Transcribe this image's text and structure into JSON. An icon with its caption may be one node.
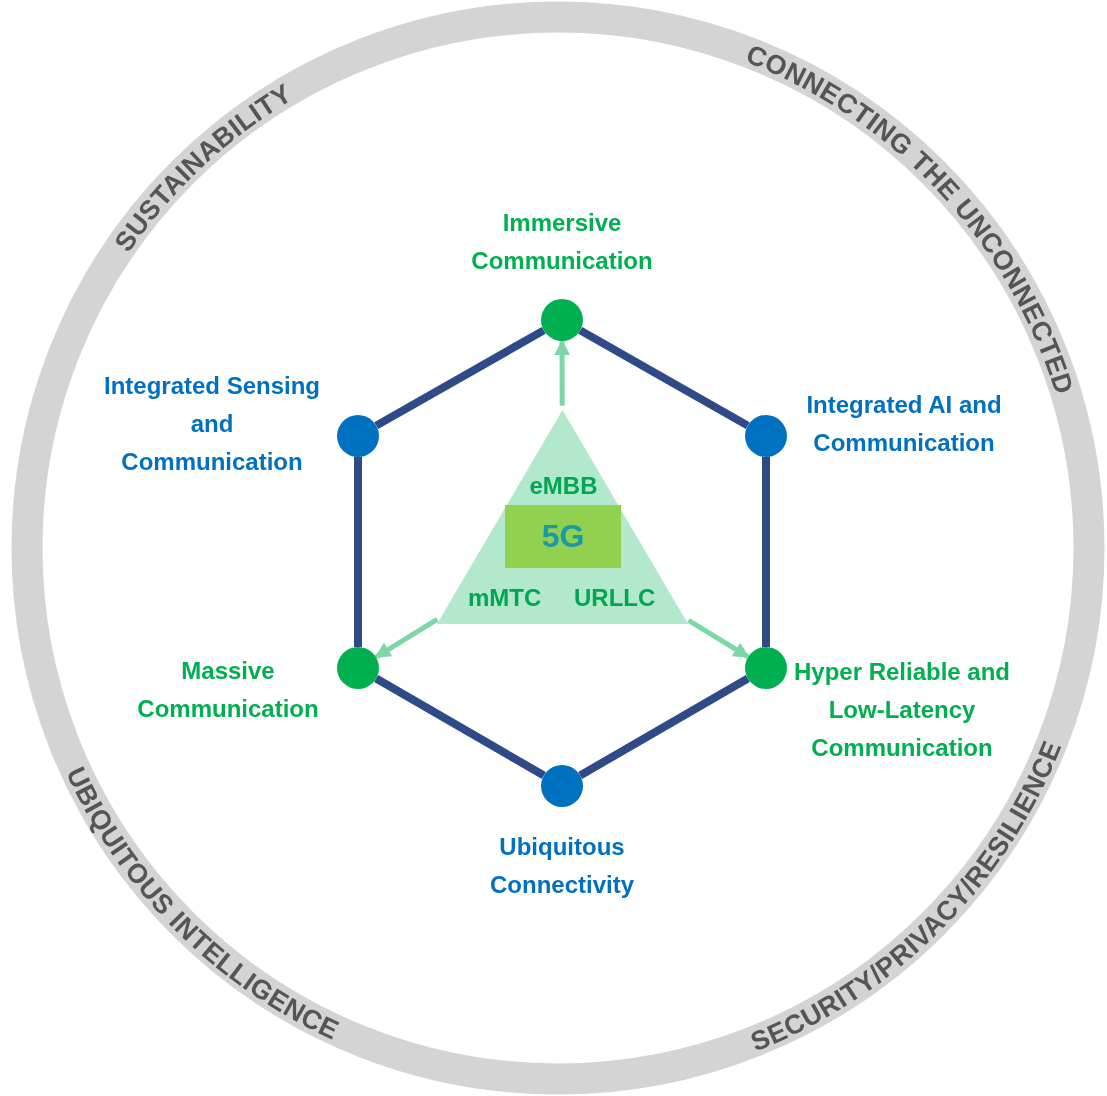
{
  "diagram": {
    "nodes": [
      {
        "text": [],
        "shape": "circle",
        "beside": [
          "Immersive Communication"
        ]
      },
      {
        "text": [],
        "shape": "circle",
        "beside": [
          "Integrated Sensing and Communication"
        ]
      },
      {
        "text": [],
        "shape": "circle",
        "beside": [
          "Integrated AI and Communication"
        ]
      },
      {
        "text": [
          "eMBB",
          "mMTC",
          "URLLC"
        ]
      },
      {
        "text": [
          "5G"
        ],
        "in": 3
      },
      {
        "text": [],
        "shape": "circle",
        "beside": [
          "Massive Communication"
        ]
      },
      {
        "text": [],
        "shape": "circle",
        "beside": [
          "Hyper Reliable and Low-Latency Communication"
        ]
      },
      {
        "text": [],
        "shape": "circle",
        "beside": [
          "Ubiquitous Connectivity"
        ]
      }
    ],
    "edges": [
      {
        "from": 0,
        "to": 2,
        "arrow": "none"
      },
      {
        "from": 2,
        "to": 6,
        "arrow": "none"
      },
      {
        "from": 6,
        "to": 7,
        "arrow": "none"
      },
      {
        "from": 7,
        "to": 5,
        "arrow": "none"
      },
      {
        "from": 5,
        "to": 1,
        "arrow": "none"
      },
      {
        "from": 1,
        "to": 0,
        "arrow": "none"
      },
      {
        "from": 3,
        "to": 0,
        "arrow": "to",
        "color": "#7dd6a6"
      },
      {
        "from": 3,
        "to": 5,
        "arrow": "to",
        "color": "#7dd6a6"
      },
      {
        "from": 3,
        "to": 6,
        "arrow": "to",
        "color": "#7dd6a6"
      }
    ],
    "labels": [
      "SUSTAINABILITY",
      "CONNECTING THE UNCONNECTED",
      "UBIQUITOUS INTELLIGENCE",
      "SECURITY/PRIVACY/RESILIENCE"
    ]
  }
}
